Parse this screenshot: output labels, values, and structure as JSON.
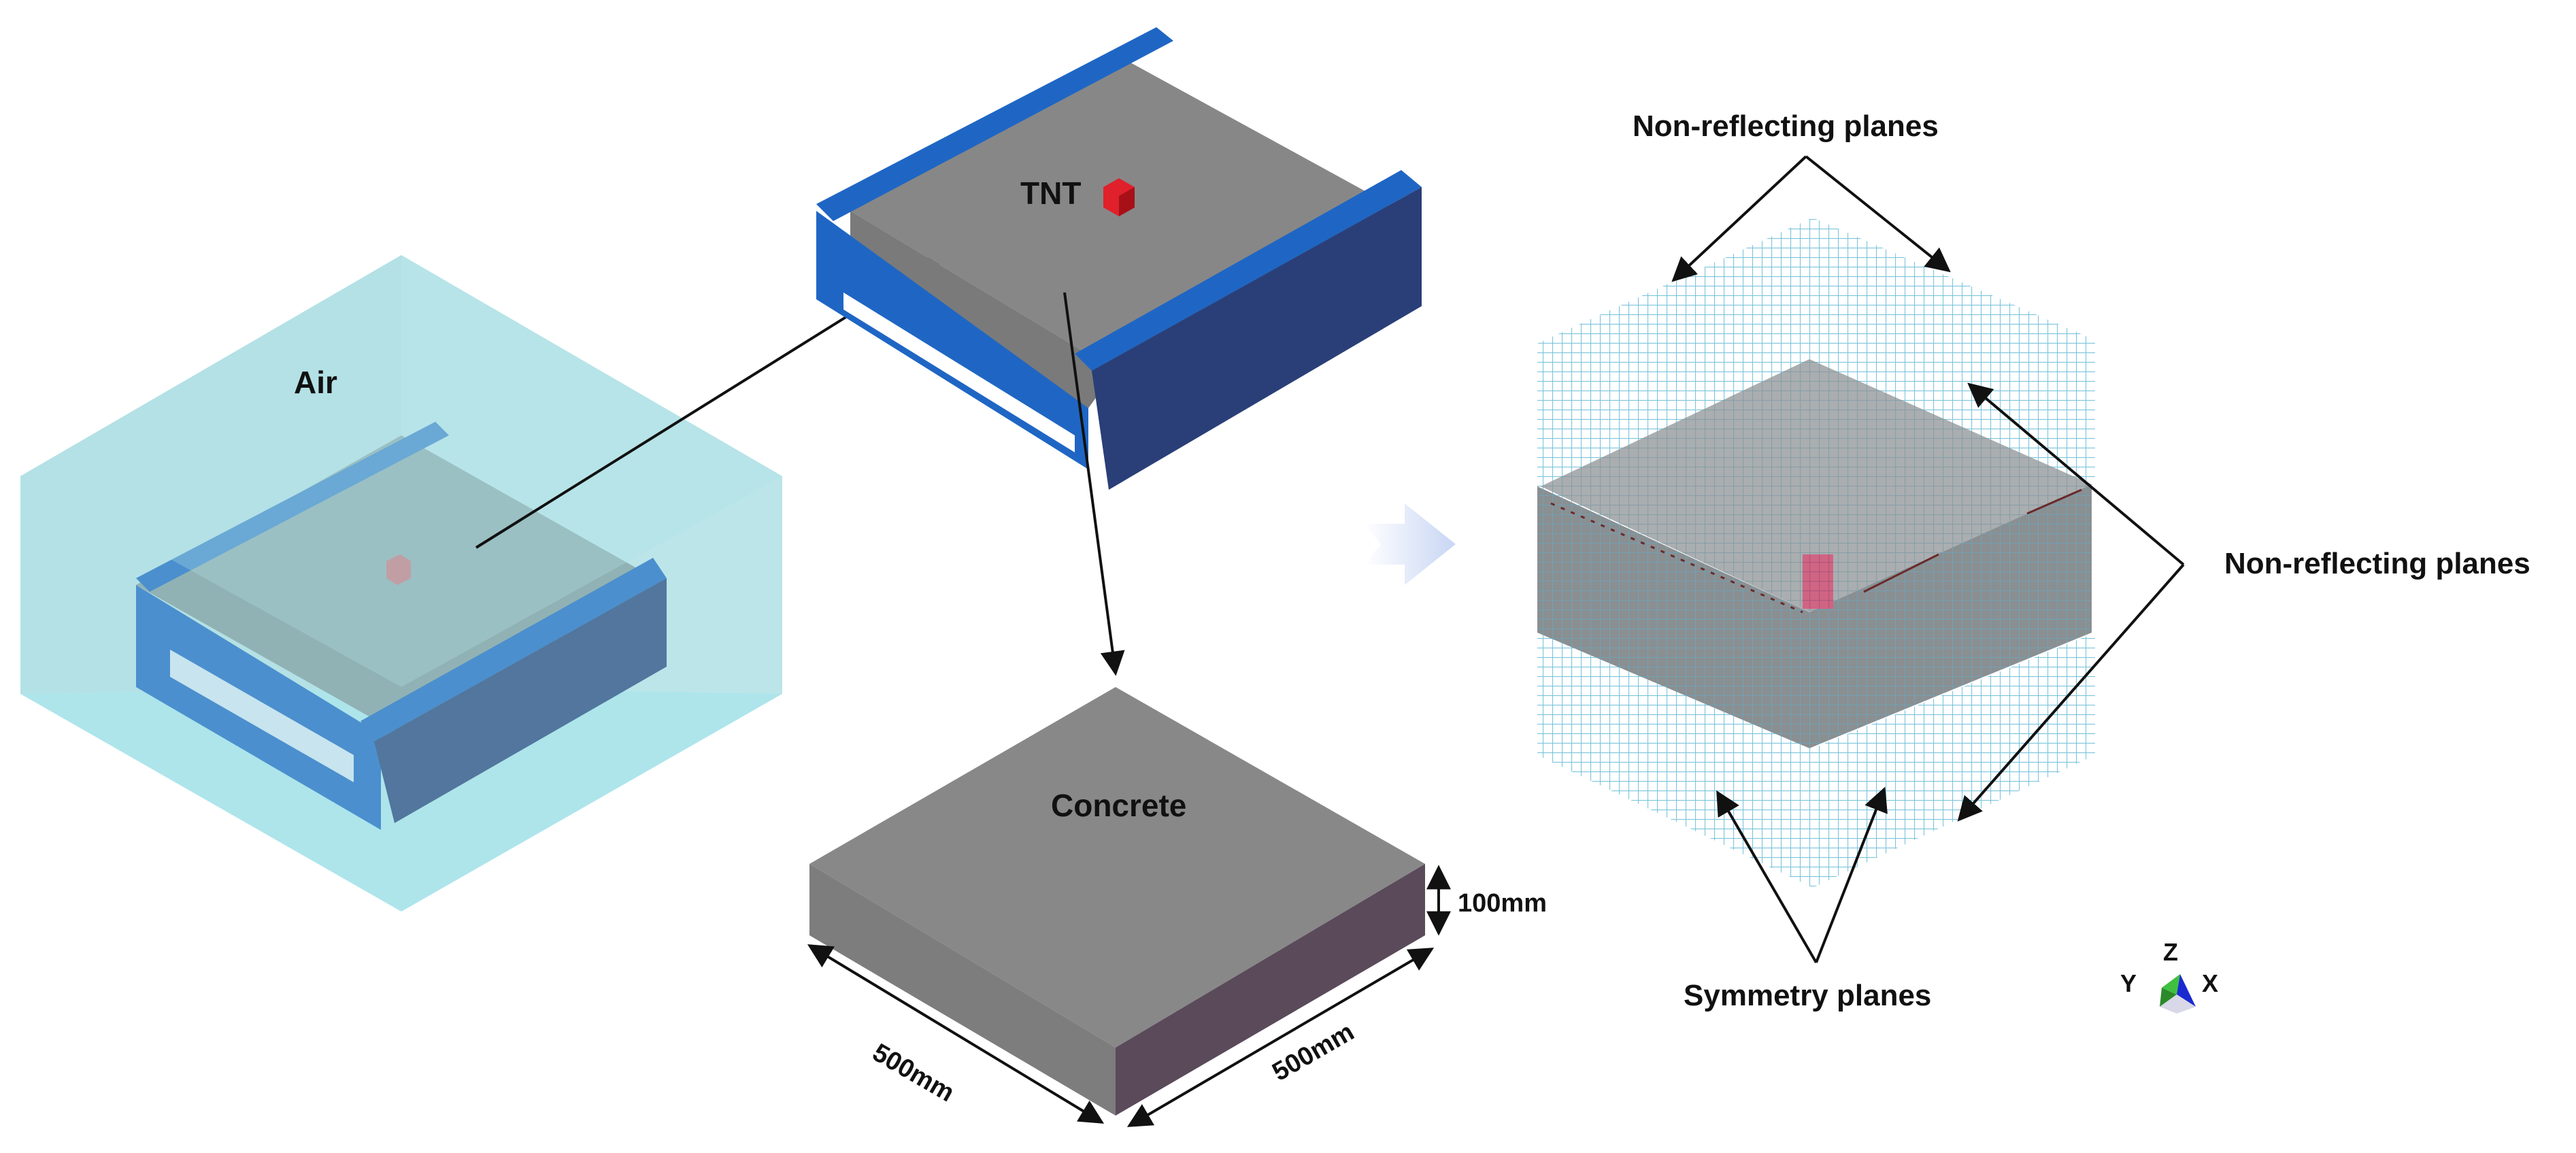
{
  "labels": {
    "air": "Air",
    "tnt": "TNT",
    "concrete": "Concrete",
    "dim_height": "100mm",
    "dim_width_left": "500mm",
    "dim_width_right": "500mm",
    "nr_top": "Non-reflecting planes",
    "nr_right": "Non-reflecting planes",
    "symmetry": "Symmetry planes"
  },
  "axes": {
    "y": "Y",
    "z": "Z",
    "x": "X"
  },
  "colors": {
    "air": "#a8e4e8",
    "steel": "#1f66c4",
    "steel_dark": "#2a3f78",
    "concrete_top": "#8a8a8a",
    "concrete_side": "#5a4a5a",
    "tnt": "#e0202a",
    "mesh": "#7cc4dc",
    "arrow": "#eef2fc"
  }
}
